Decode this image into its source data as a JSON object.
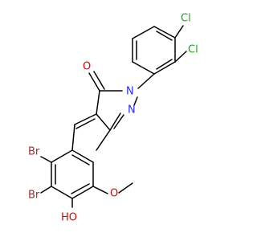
{
  "molecule": {
    "atoms": {
      "cl_top": "Cl",
      "cl_right": "Cl",
      "oxygen_carbonyl": "O",
      "nitrogen_1": "N",
      "nitrogen_2": "N",
      "bromine_1": "Br",
      "bromine_2": "Br",
      "hydroxyl": "HO"
    },
    "colors": {
      "bond": "#000000",
      "chlorine": "#1fa01f",
      "oxygen": "#e00000",
      "nitrogen": "#2a2aff",
      "bromine": "#a52a2a"
    }
  }
}
